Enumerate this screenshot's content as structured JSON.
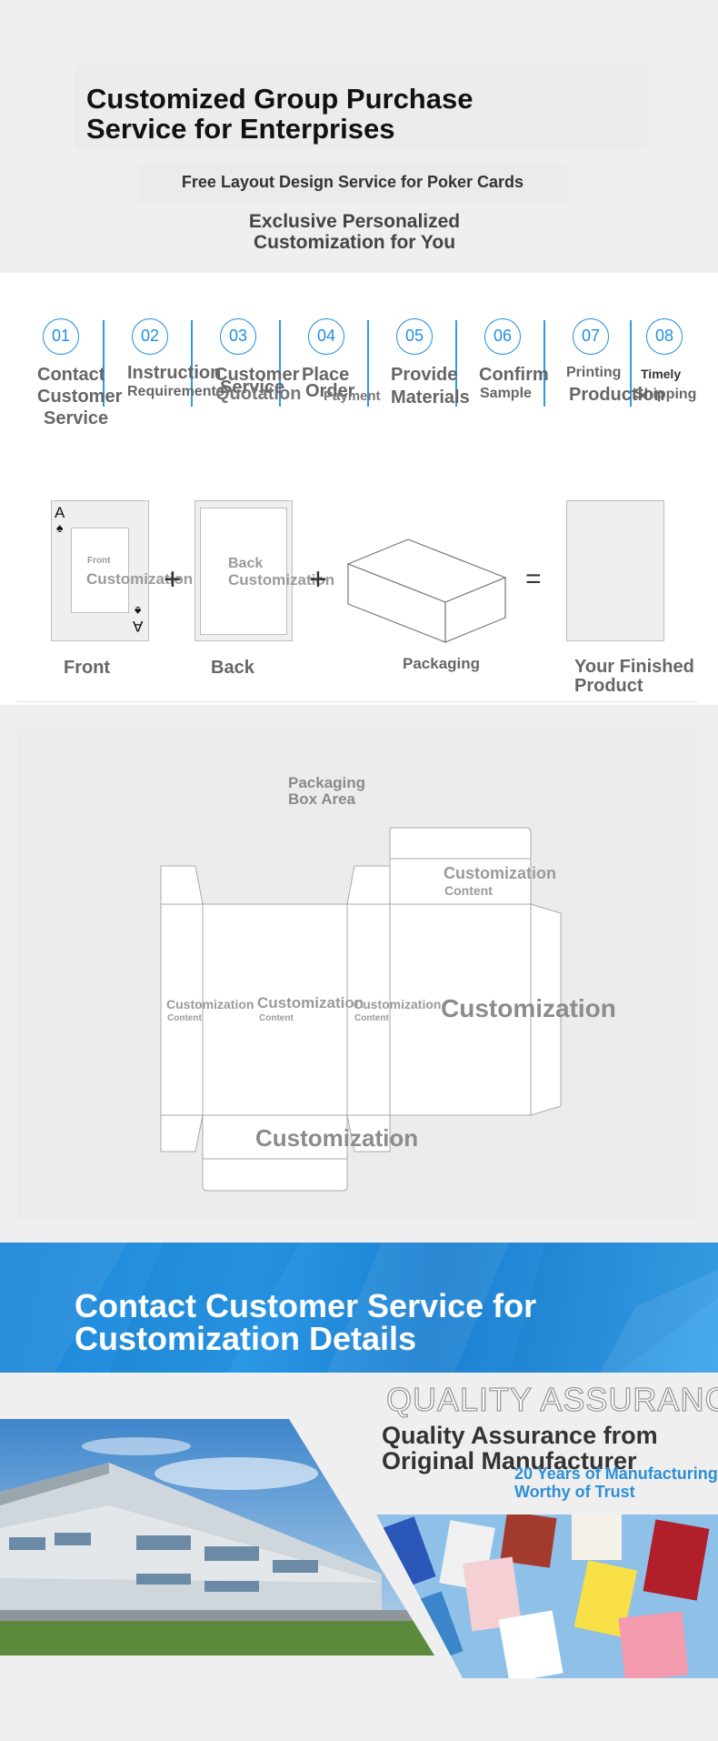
{
  "hero": {
    "title": "Customized Group Purchase\n Service for Enterprises",
    "subtitle": "Free Layout Design Service for Poker Cards",
    "exclusive": "Exclusive Personalized\n Customization for You"
  },
  "steps": [
    {
      "num": "01",
      "line1": "Contact",
      "line2": "Customer",
      "line3": "Service"
    },
    {
      "num": "02",
      "line1": "Instruction",
      "line2": "Requirements"
    },
    {
      "num": "03",
      "line1": "Customer",
      "line2": "Service",
      "line3": "Quotation"
    },
    {
      "num": "04",
      "line1": "Place",
      "line2": "Order",
      "line3": "Payment"
    },
    {
      "num": "05",
      "line1": "Provide",
      "line2": "Materials"
    },
    {
      "num": "06",
      "line1": "Confirm",
      "line2": "Sample"
    },
    {
      "num": "07",
      "line1": "Printing",
      "line2": "Production"
    },
    {
      "num": "08",
      "line1": "Timely",
      "line2": "Shipping"
    }
  ],
  "diagram": {
    "front_label": "Front",
    "back_label": "Back",
    "packaging_label": "Packaging",
    "finished_label": "Your Finished\n Product",
    "card_rank": "A",
    "front_small": "Front",
    "front_cust": "Customization",
    "back_text": "Back",
    "back_cust": "Customization",
    "plus1": "+",
    "plus2": "+",
    "equals": "="
  },
  "dieline": {
    "area_label": "Packaging\n Box Area",
    "top_cust": "Customization",
    "top_content": "Content",
    "side_left_cust": "Customization",
    "side_left_content": "Content",
    "front_cust": "Customization",
    "front_content": "Content",
    "side_right_cust": "Customization",
    "side_right_content": "Content",
    "big_right": "Customization",
    "bottom": "Customization"
  },
  "banner": {
    "title": "Contact Customer Service for\n Customization Details"
  },
  "quality": {
    "big": "QUALITY ASSURANCE",
    "title": "Quality Assurance from\n Original Manufacturer",
    "sub": "20 Years of Manufacturing\n Worthy of Trust"
  }
}
